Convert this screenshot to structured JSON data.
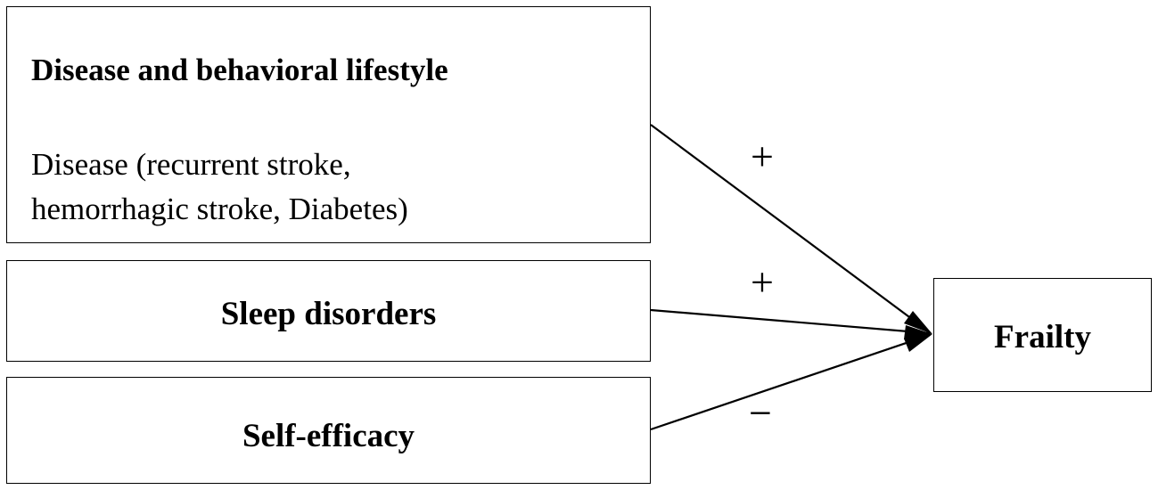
{
  "boxes": {
    "disease": {
      "heading": "Disease and behavioral lifestyle",
      "line1": "Disease (recurrent stroke,",
      "line2": "hemorrhagic stroke, Diabetes)"
    },
    "sleep": {
      "label": "Sleep disorders"
    },
    "self_efficacy": {
      "label": "Self-efficacy"
    },
    "frailty": {
      "label": "Frailty"
    }
  },
  "relations": {
    "disease_sign": "+",
    "sleep_sign": "+",
    "self_efficacy_sign": "−"
  },
  "colors": {
    "stroke": "#000000",
    "background": "#ffffff"
  }
}
